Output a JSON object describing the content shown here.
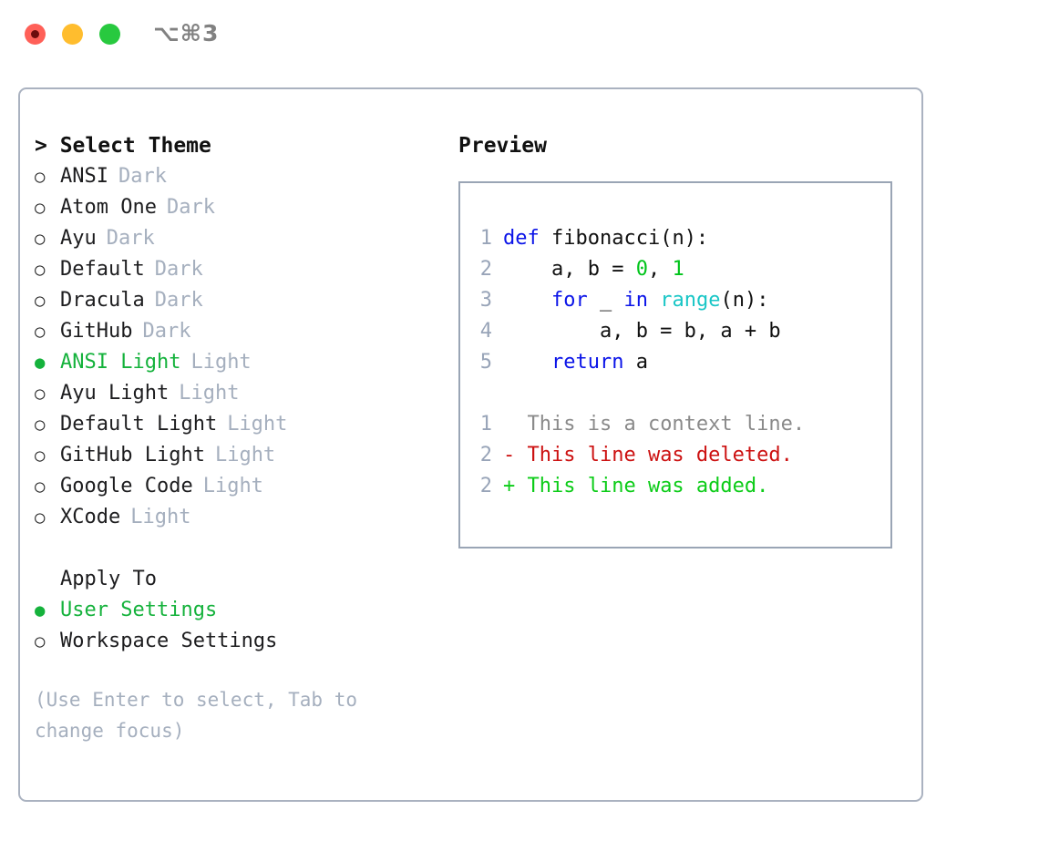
{
  "window": {
    "title": "⌥⌘3",
    "traffic_lights": [
      {
        "name": "close-button",
        "color": "#ff6058"
      },
      {
        "name": "minimize-button",
        "color": "#ffbd2e"
      },
      {
        "name": "maximize-button",
        "color": "#28c93f"
      }
    ]
  },
  "theme_panel": {
    "heading": "> Select Theme",
    "bullet_selected": "●",
    "bullet_unselected": "○",
    "options": [
      {
        "name": "ANSI",
        "tag": "Dark",
        "selected": false
      },
      {
        "name": "Atom One",
        "tag": "Dark",
        "selected": false
      },
      {
        "name": "Ayu",
        "tag": "Dark",
        "selected": false
      },
      {
        "name": "Default",
        "tag": "Dark",
        "selected": false
      },
      {
        "name": "Dracula",
        "tag": "Dark",
        "selected": false
      },
      {
        "name": "GitHub",
        "tag": "Dark",
        "selected": false
      },
      {
        "name": "ANSI Light",
        "tag": "Light",
        "selected": true
      },
      {
        "name": "Ayu Light",
        "tag": "Light",
        "selected": false
      },
      {
        "name": "Default Light",
        "tag": "Light",
        "selected": false
      },
      {
        "name": "GitHub Light",
        "tag": "Light",
        "selected": false
      },
      {
        "name": "Google Code",
        "tag": "Light",
        "selected": false
      },
      {
        "name": "XCode",
        "tag": "Light",
        "selected": false
      }
    ]
  },
  "apply_to": {
    "heading": "Apply To",
    "options": [
      {
        "name": "User Settings",
        "selected": true
      },
      {
        "name": "Workspace Settings",
        "selected": false
      }
    ]
  },
  "hint": "(Use Enter to select, Tab to change focus)",
  "preview": {
    "heading": "Preview",
    "code_lines": [
      {
        "num": "1",
        "tokens": [
          {
            "t": "def",
            "c": "kw"
          },
          {
            "t": " fibonacci(n):",
            "c": "plain"
          }
        ]
      },
      {
        "num": "2",
        "tokens": [
          {
            "t": "    a, b = ",
            "c": "plain"
          },
          {
            "t": "0",
            "c": "num"
          },
          {
            "t": ", ",
            "c": "plain"
          },
          {
            "t": "1",
            "c": "num"
          }
        ]
      },
      {
        "num": "3",
        "tokens": [
          {
            "t": "    ",
            "c": "plain"
          },
          {
            "t": "for",
            "c": "kw"
          },
          {
            "t": " _ ",
            "c": "plain"
          },
          {
            "t": "in",
            "c": "kw"
          },
          {
            "t": " ",
            "c": "plain"
          },
          {
            "t": "range",
            "c": "fn"
          },
          {
            "t": "(n):",
            "c": "plain"
          }
        ]
      },
      {
        "num": "4",
        "tokens": [
          {
            "t": "        a, b = b, a + b",
            "c": "plain"
          }
        ]
      },
      {
        "num": "5",
        "tokens": [
          {
            "t": "    ",
            "c": "plain"
          },
          {
            "t": "return",
            "c": "kw"
          },
          {
            "t": " a",
            "c": "plain"
          }
        ]
      }
    ],
    "diff_lines": [
      {
        "num": "1",
        "marker": " ",
        "text": " This is a context line.",
        "kind": "ctx"
      },
      {
        "num": "2",
        "marker": "-",
        "text": " This line was deleted.",
        "kind": "del"
      },
      {
        "num": "2",
        "marker": "+",
        "text": " This line was added.",
        "kind": "add"
      }
    ]
  },
  "colors": {
    "accent_green": "#15b23c",
    "muted": "#a5afbe",
    "line_number": "#98a4b8",
    "keyword": "#0b14e8",
    "number": "#00c41a",
    "function": "#19c6c6",
    "diff_added": "#0ccc18",
    "diff_deleted": "#cc1111",
    "diff_context": "#8a8a8a",
    "card_border": "#aab2c0",
    "preview_border": "#9aa5b5"
  }
}
